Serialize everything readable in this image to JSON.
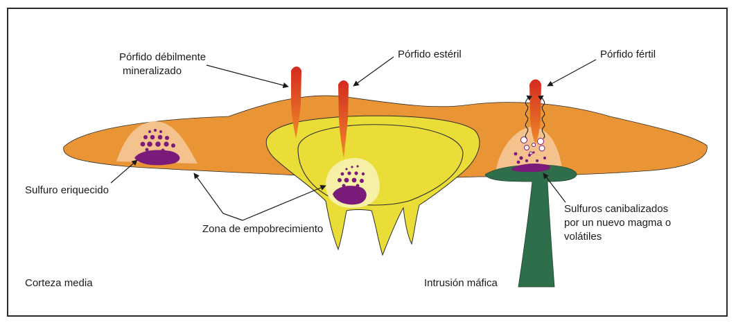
{
  "labels": {
    "porfido_debil_l1": "Pórfido débilmente",
    "porfido_debil_l2": "mineralizado",
    "porfido_esteril": "Pórfido estéril",
    "porfido_fertil": "Pórfido fértil",
    "sulfuro_enriquecido": "Sulfuro eriquecido",
    "zona_empobrecimiento": "Zona de empobrecimiento",
    "sulfuros_l1": "Sulfuros canibalizados",
    "sulfuros_l2": "por un nuevo magma o",
    "sulfuros_l3": "volátiles",
    "corteza_media": "Corteza media",
    "intrusion_mafica": "Intrusión máfica"
  },
  "colors": {
    "crust": "#e99535",
    "yellow_pluton": "#ebdd38",
    "halo": "#f4c28d",
    "pale_halo": "#f6efa6",
    "sulfide": "#7a1a7a",
    "mafic": "#2e6e4a",
    "porphyry_top": "#d42a1e",
    "porphyry_bottom": "#ef8a2b",
    "outline": "#1a1a1a"
  }
}
